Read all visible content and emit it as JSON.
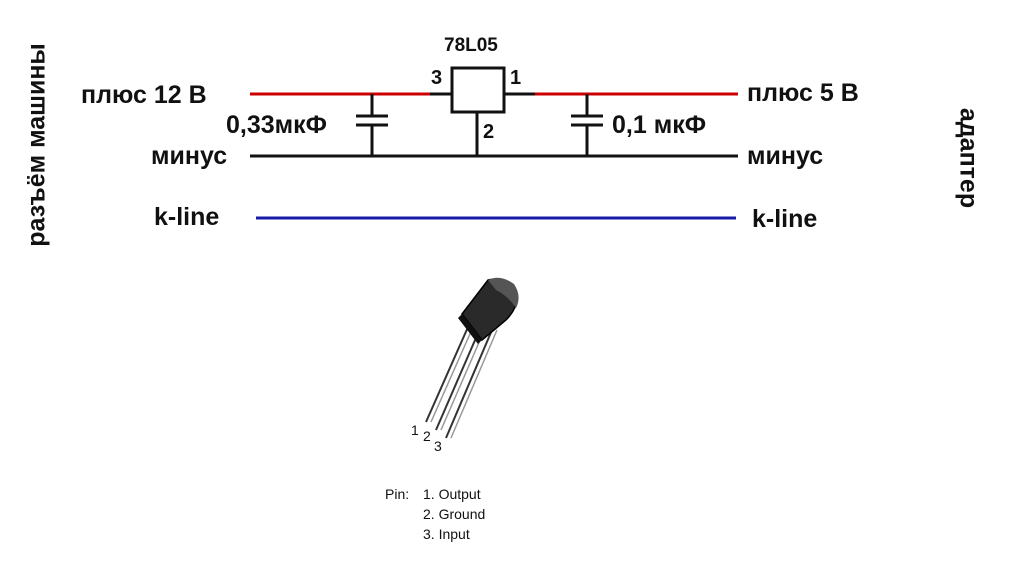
{
  "side_labels": {
    "left": "разъём машины",
    "right": "адаптер"
  },
  "regulator": {
    "name": "78L05",
    "pin_in": "3",
    "pin_out": "1",
    "pin_gnd": "2"
  },
  "lines": {
    "plus12_label": "плюс 12 В",
    "plus5_label": "плюс 5 В",
    "minus_left": "минус",
    "minus_right": "минус",
    "kline_left": "k-line",
    "kline_right": "k-line"
  },
  "capacitors": {
    "c1_value": "0,33мкФ",
    "c2_value": "0,1 мкФ"
  },
  "package": {
    "lead1": "1",
    "lead2": "2",
    "lead3": "3",
    "pin_title": "Pin:",
    "pin1": "1. Output",
    "pin2": "2. Ground",
    "pin3": "3. Input"
  },
  "colors": {
    "positive": "#cc0000",
    "kline": "#1a1aa8",
    "wire": "#111111"
  }
}
